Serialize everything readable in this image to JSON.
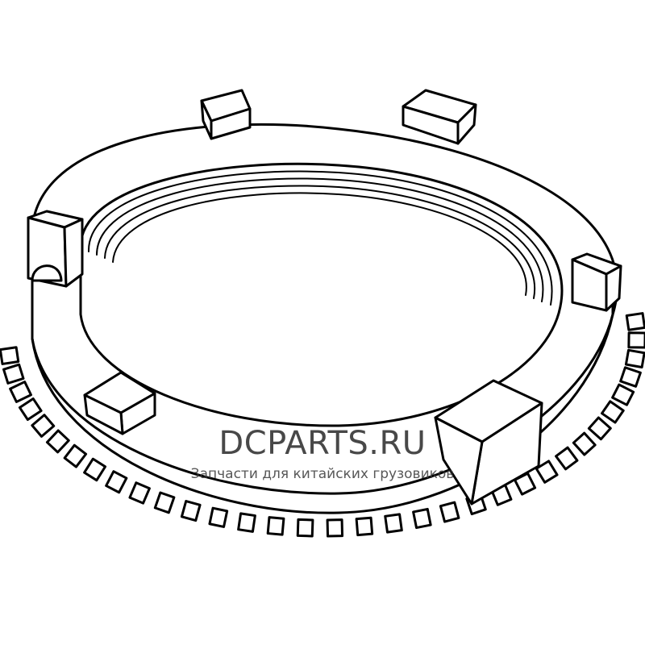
{
  "watermark": {
    "brand": "DCPARTS.RU",
    "tagline": "Запчасти для китайских грузовиков"
  },
  "illustration": {
    "subject": "synchronizer-ring",
    "stroke_color": "#000000",
    "fill_color": "#ffffff"
  }
}
